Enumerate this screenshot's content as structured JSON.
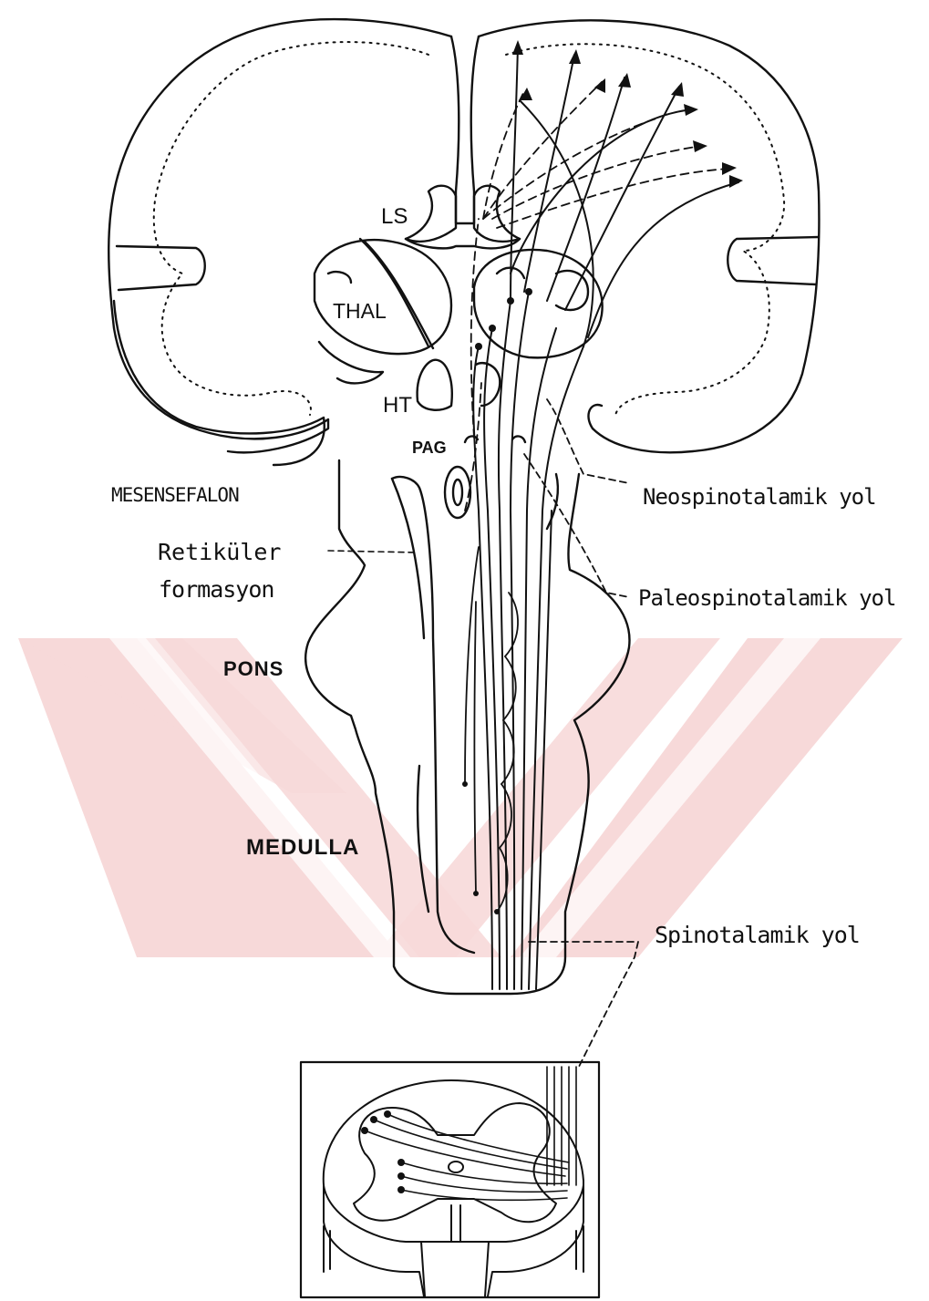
{
  "labels": {
    "ls": "LS",
    "thal": "THAL",
    "ht": "HT",
    "pag": "PAG",
    "mesensefalon": "MESENSEFALON",
    "retikuler_line1": "Retiküler",
    "retikuler_line2": "formasyon",
    "pons": "PONS",
    "medulla": "MEDULLA",
    "neospinotalamik": "Neospinotalamik yol",
    "paleospinotalamik": "Paleospinotalamik yol",
    "spinotalamik": "Spinotalamik yol"
  },
  "colors": {
    "ink": "#111111",
    "watermark": "#f6d6d6",
    "background": "#ffffff"
  }
}
